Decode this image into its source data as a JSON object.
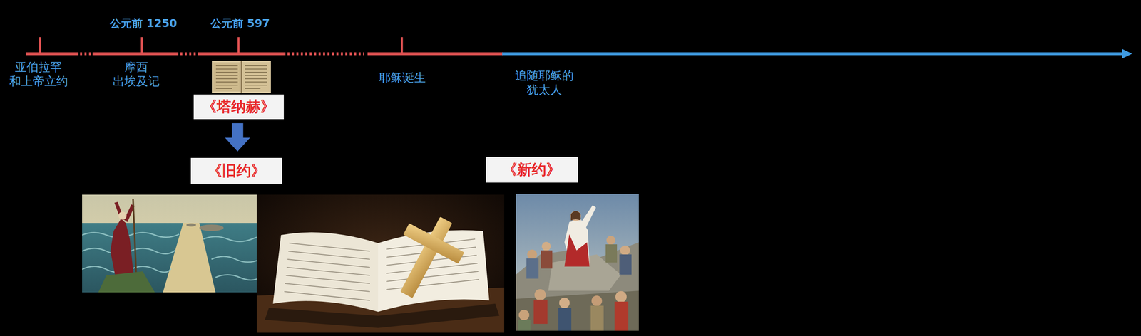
{
  "diagram": {
    "nodes": [
      {
        "text": [
          "《塔纳赫》"
        ]
      },
      {
        "text": [
          "《旧约》"
        ]
      },
      {
        "text": [
          "《新约》"
        ]
      }
    ],
    "edges": [
      {
        "from": 0,
        "to": 1,
        "arrow": "to"
      }
    ],
    "labels": [
      "公元前 1250",
      "公元前 597",
      "亚伯拉罕 和上帝立约",
      "摩西 出埃及记",
      "耶稣诞生",
      "追随耶稣的 犹太人"
    ]
  }
}
